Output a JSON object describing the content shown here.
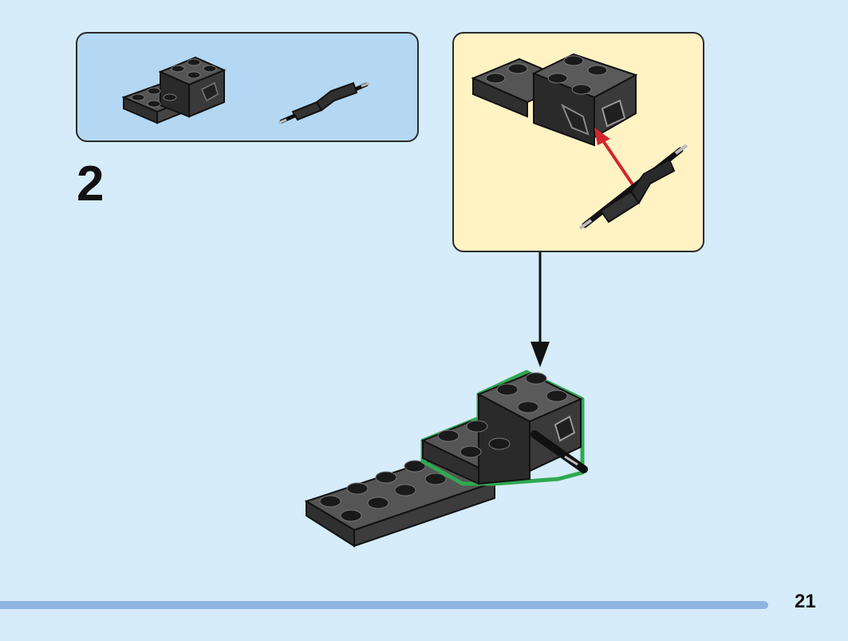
{
  "step": {
    "number": "2"
  },
  "page": {
    "number": "21"
  },
  "colors": {
    "background": "#d6ecfb",
    "parts_box": "#b4d8f4",
    "callout_box": "#fff3c4",
    "brick": "#3a3a3a",
    "highlight": "#2fa84f",
    "insert_arrow": "#d3262e",
    "footer_bar": "#8fb3e3"
  },
  "parts": [
    {
      "name": "plate-2x2-with-clip",
      "quantity": null
    },
    {
      "name": "bar-with-clip-connector",
      "quantity": null
    }
  ]
}
